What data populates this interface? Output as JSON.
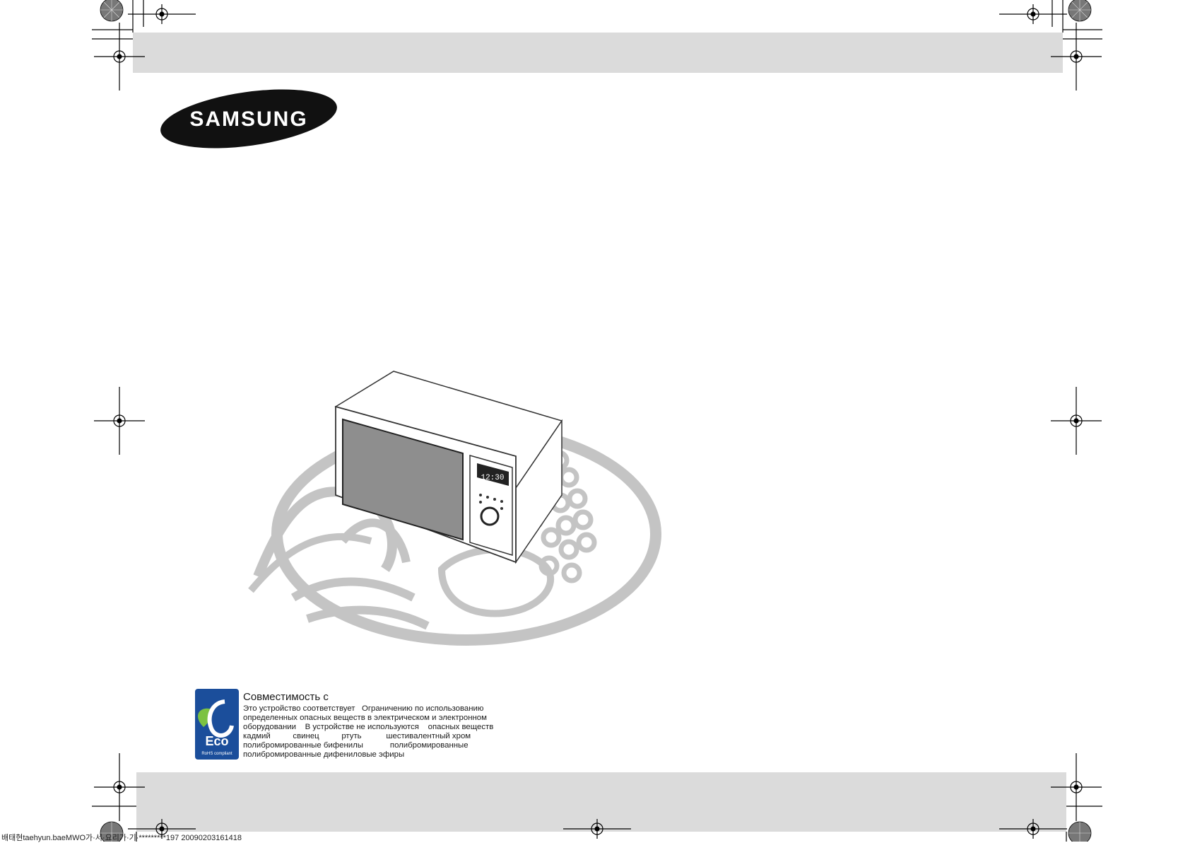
{
  "brand": {
    "logo_text": "SAMSUNG"
  },
  "display": {
    "clock": "12:30"
  },
  "eco": {
    "badge_text": "Eco",
    "badge_subtext": "RoHS compliant",
    "title": "Совместимость с",
    "lines": [
      "Это устройство соответствует   Ограничению по использованию",
      "определенных опасных веществ в электрическом и электронном",
      "оборудовании    В устройстве не используются    опасных веществ",
      "кадмий          свинец          ртуть           шестивалентный хром",
      "полибромированные бифенилы            полибромированные",
      "полибромированные дифениловые эфиры"
    ]
  },
  "footer": {
    "slug": "배태현taehyun.baeMWO가·서·요리가·기·*********197 20090203161418"
  },
  "colors": {
    "band": "#dbdbdb",
    "illustration_grey": "#c4c4c4",
    "eco_blue": "#1b4e9b",
    "eco_green": "#7cc242"
  }
}
